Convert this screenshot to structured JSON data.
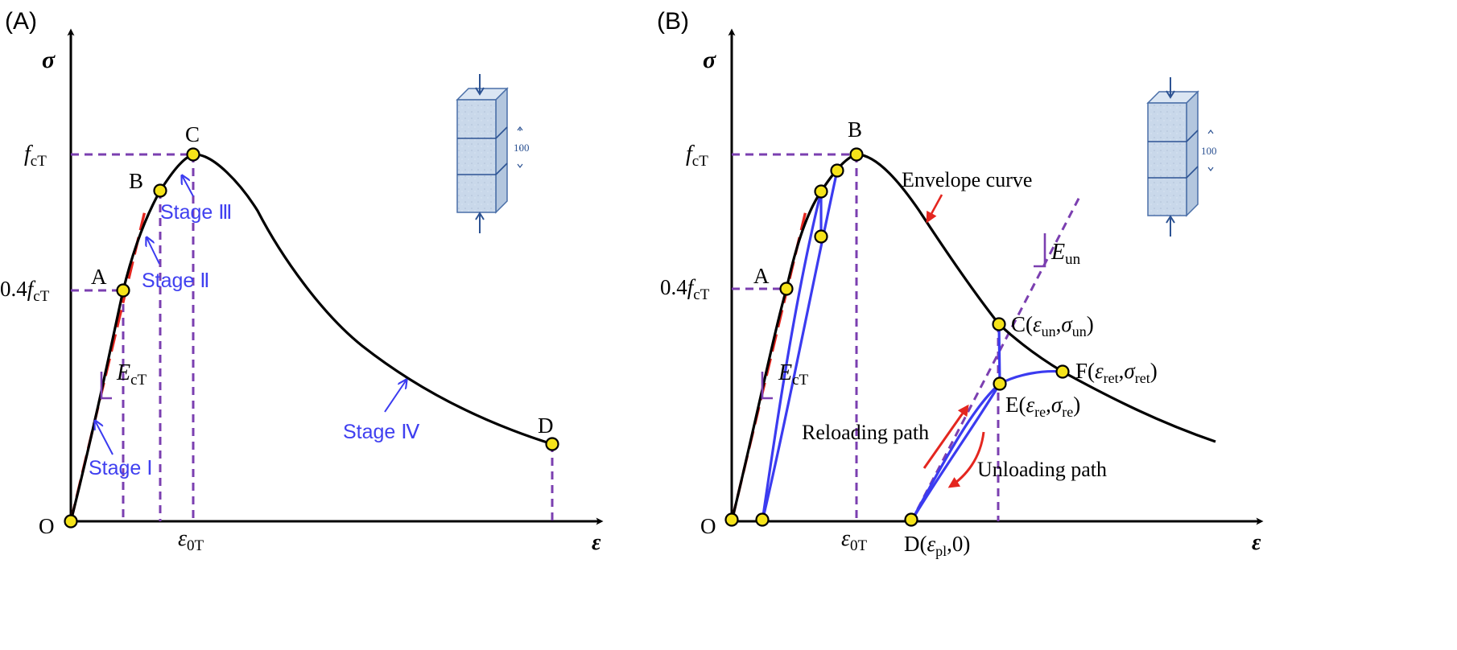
{
  "panel_a": {
    "label": "(A)",
    "y_axis": "σ",
    "x_axis": "ε",
    "origin": "O",
    "y_tick_peak": "f",
    "y_tick_peak_sub": "cT",
    "y_tick_04_pre": "0.4",
    "y_tick_04": "f",
    "y_tick_04_sub": "cT",
    "x_tick_eps": "ε",
    "x_tick_eps_sub": "0T",
    "points": [
      "A",
      "B",
      "C",
      "D"
    ],
    "modulus": "E",
    "modulus_sub": "cT",
    "stages": [
      "Stage Ⅰ",
      "Stage Ⅱ",
      "Stage Ⅲ",
      "Stage Ⅳ"
    ],
    "specimen_dim": "100"
  },
  "panel_b": {
    "label": "(B)",
    "y_axis": "σ",
    "x_axis": "ε",
    "origin": "O",
    "y_tick_peak": "f",
    "y_tick_peak_sub": "cT",
    "y_tick_04_pre": "0.4",
    "y_tick_04": "f",
    "y_tick_04_sub": "cT",
    "x_tick_eps": "ε",
    "x_tick_eps_sub": "0T",
    "point_a": "A",
    "point_b": "B",
    "point_c": "C",
    "point_c_eps": "ε",
    "point_c_eps_sub": "un",
    "point_c_sig": "σ",
    "point_c_sig_sub": "un",
    "point_d": "D",
    "point_d_eps": "ε",
    "point_d_eps_sub": "pl",
    "point_d_val": "0",
    "point_e": "E",
    "point_e_eps": "ε",
    "point_e_eps_sub": "re",
    "point_e_sig": "σ",
    "point_e_sig_sub": "re",
    "point_f": "F",
    "point_f_eps": "ε",
    "point_f_eps_sub": "ret",
    "point_f_sig": "σ",
    "point_f_sig_sub": "ret",
    "modulus": "E",
    "modulus_sub": "cT",
    "unload_modulus": "E",
    "unload_modulus_sub": "un",
    "envelope_label": "Envelope curve",
    "reloading_label": "Reloading path",
    "unloading_label": "Unloading path",
    "specimen_dim": "100"
  },
  "colors": {
    "envelope": "#000000",
    "dashed_guides": "#7b3fb0",
    "linear_fit": "#e4261f",
    "cyclic_paths": "#3b3bf0",
    "points": "#f5e31a"
  }
}
